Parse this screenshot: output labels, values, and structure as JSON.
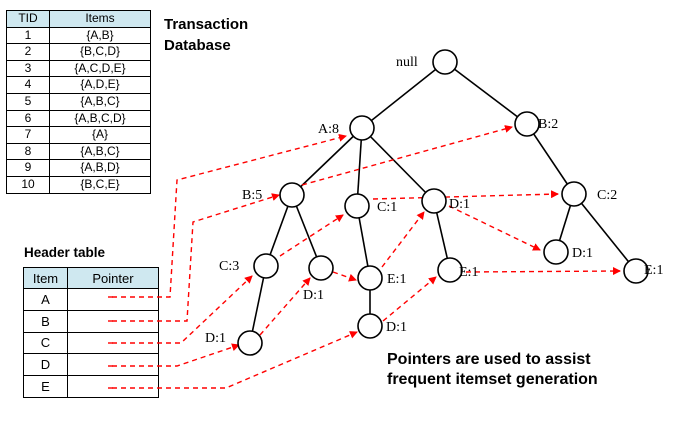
{
  "transaction_db": {
    "title_line1": "Transaction",
    "title_line2": "Database",
    "columns": [
      "TID",
      "Items"
    ],
    "rows": [
      [
        "1",
        "{A,B}"
      ],
      [
        "2",
        "{B,C,D}"
      ],
      [
        "3",
        "{A,C,D,E}"
      ],
      [
        "4",
        "{A,D,E}"
      ],
      [
        "5",
        "{A,B,C}"
      ],
      [
        "6",
        "{A,B,C,D}"
      ],
      [
        "7",
        "{A}"
      ],
      [
        "8",
        "{A,B,C}"
      ],
      [
        "9",
        "{A,B,D}"
      ],
      [
        "10",
        "{B,C,E}"
      ]
    ]
  },
  "header_table": {
    "title": "Header table",
    "columns": [
      "Item",
      "Pointer"
    ],
    "items": [
      "A",
      "B",
      "C",
      "D",
      "E"
    ]
  },
  "tree": {
    "root_label": "null",
    "nodes": [
      "A:8",
      "B:5",
      "C:1",
      "D:1",
      "C:3",
      "D:1",
      "D:1",
      "E:1",
      "D:1",
      "E:1",
      "B:2",
      "C:2",
      "D:1",
      "E:1"
    ]
  },
  "note": {
    "line1": "Pointers are used to assist",
    "line2": "frequent itemset generation"
  },
  "colors": {
    "header_bg": "#cfe8f0",
    "pointer_line": "#ff0000",
    "tree_line": "#000000"
  }
}
